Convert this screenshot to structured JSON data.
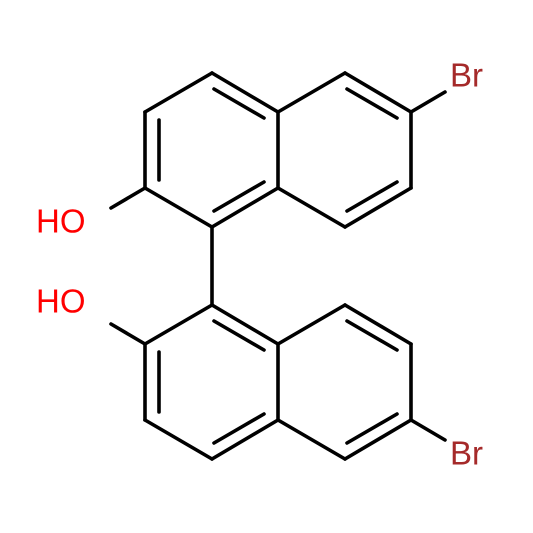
{
  "molecule": {
    "labels": {
      "br_top": "Br",
      "br_bottom": "Br",
      "oh_top": "HO",
      "oh_bottom": "HO"
    },
    "colors": {
      "bond": "#000000",
      "bromine": "#a52a2a",
      "oxygen": "#ff0000"
    }
  }
}
